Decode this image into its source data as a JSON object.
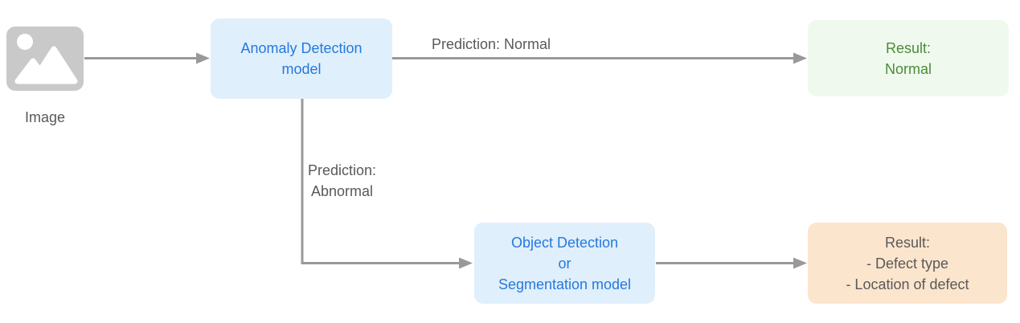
{
  "canvas": {
    "background": "#ffffff"
  },
  "colors": {
    "canvas_bg": "#ffffff",
    "model_box_bg": "#e0effc",
    "model_box_text": "#2579dc",
    "result_normal_bg": "#f0f9ed",
    "result_normal_text": "#4a8b3a",
    "result_defect_bg": "#fce5cd",
    "result_defect_text": "#595959",
    "label_text": "#595959",
    "arrow": "#999999",
    "image_icon": "#c9c9c9"
  },
  "nodes": {
    "image": {
      "label": "Image",
      "icon": "image-placeholder-icon"
    },
    "anomaly_model": {
      "lines": [
        "Anomaly Detection",
        "model"
      ]
    },
    "result_normal": {
      "lines": [
        "Result:",
        "Normal"
      ]
    },
    "detection_model": {
      "lines": [
        "Object Detection",
        "or",
        "Segmentation model"
      ]
    },
    "result_defect": {
      "lines": [
        "Result:",
        "- Defect type",
        "- Location of defect"
      ]
    }
  },
  "edges": {
    "prediction_normal": {
      "label": "Prediction: Normal"
    },
    "prediction_abnormal": {
      "lines": [
        "Prediction:",
        "Abnormal"
      ]
    }
  }
}
